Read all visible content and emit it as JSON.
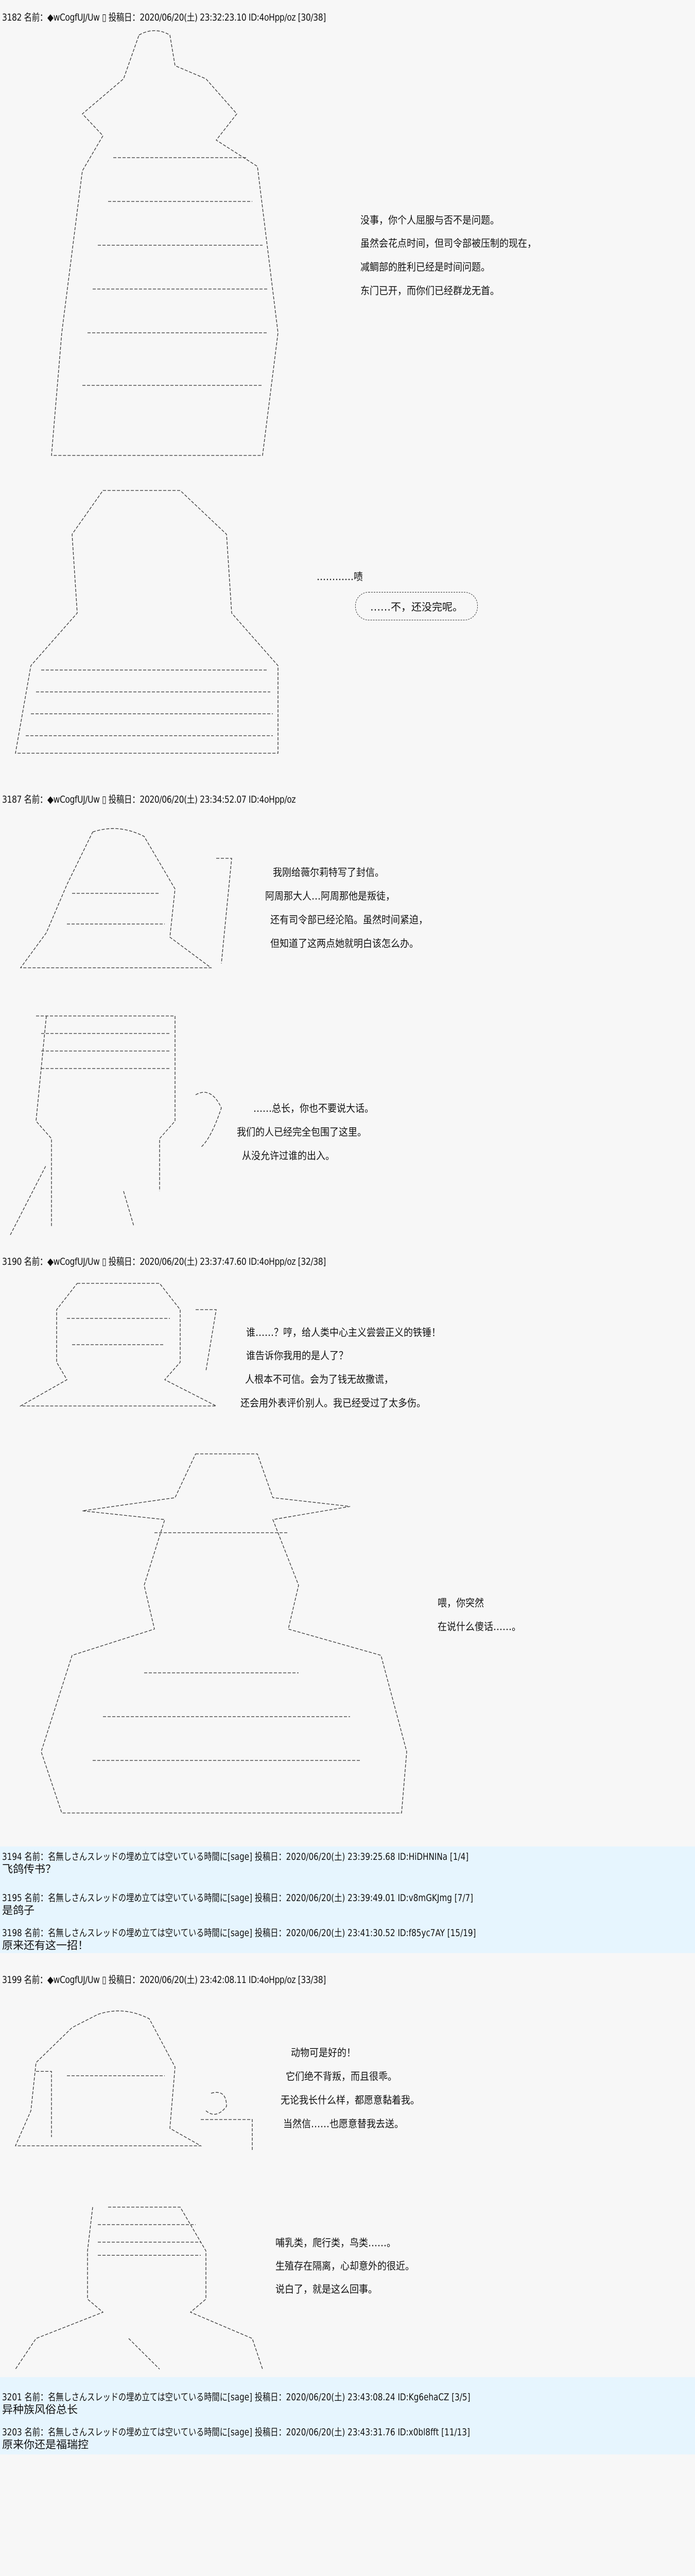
{
  "posts": [
    {
      "header": "3182 名前：◆wCogfUJ/Uw ▯ 投稿日：2020/06/20(土) 23:32:23.10 ID:4oHpp/oz [30/38]",
      "panels": [
        {
          "lines": [
            "没事，你个人屈服与否不是问题。",
            "虽然会花点时间，但司令部被压制的现在，",
            "减鲷部的胜利已经是时间问题。",
            "东门已开，而你们已经群龙无首。"
          ]
        },
        {
          "lines": [
            "…………啧"
          ],
          "bubble": "……不，还没完呢。"
        }
      ]
    },
    {
      "header": "3187 名前：◆wCogfUJ/Uw ▯ 投稿日：2020/06/20(土) 23:34:52.07 ID:4oHpp/oz",
      "panels": [
        {
          "lines": [
            "我刚给薇尔莉特写了封信。",
            "阿周那大人…阿周那他是叛徒，",
            "还有司令部已经沦陷。虽然时间紧迫，",
            "但知道了这两点她就明白该怎么办。"
          ]
        },
        {
          "lines": [
            "……总长，你也不要说大话。",
            "我们的人已经完全包围了这里。",
            "从没允许过谁的出入。"
          ]
        }
      ]
    },
    {
      "header": "3190 名前：◆wCogfUJ/Uw ▯ 投稿日：2020/06/20(土) 23:37:47.60 ID:4oHpp/oz [32/38]",
      "panels": [
        {
          "lines": [
            "谁……？哼，给人类中心主义尝尝正义的铁锤！",
            "谁告诉你我用的是人了？",
            "人根本不可信。会为了钱无故撒谎，",
            "还会用外表评价别人。我已经受过了太多伤。"
          ]
        },
        {
          "lines": [
            "喂，你突然",
            "在说什么傻话……。"
          ]
        }
      ]
    },
    {
      "header": "3199 名前：◆wCogfUJ/Uw ▯ 投稿日：2020/06/20(土) 23:42:08.11 ID:4oHpp/oz [33/38]",
      "panels": [
        {
          "lines": [
            "动物可是好的！",
            "它们绝不背叛，而且很乖。",
            "无论我长什么样，都愿意黏着我。",
            "当然信……也愿意替我去送。"
          ]
        },
        {
          "lines": [
            "哺乳类，爬行类，鸟类……。",
            "生殖存在隔离，心却意外的很近。",
            "说白了，就是这么回事。"
          ]
        }
      ]
    }
  ],
  "replies_1": [
    {
      "header": "3194 名前：名無しさんスレッドの埋め立ては空いている時間に[sage] 投稿日：2020/06/20(土) 23:39:25.68 ID:HiDHNINa [1/4]",
      "body": "飞鸽传书？"
    },
    {
      "header": "3195 名前：名無しさんスレッドの埋め立ては空いている時間に[sage] 投稿日：2020/06/20(土) 23:39:49.01 ID:v8mGKJmg [7/7]",
      "body": "是鸽子"
    },
    {
      "header": "3198 名前：名無しさんスレッドの埋め立ては空いている時間に[sage] 投稿日：2020/06/20(土) 23:41:30.52 ID:f85yc7AY [15/19]",
      "body": "原来还有这一招！"
    }
  ],
  "replies_2": [
    {
      "header": "3201 名前：名無しさんスレッドの埋め立ては空いている時間に[sage] 投稿日：2020/06/20(土) 23:43:08.24 ID:Kg6ehaCZ [3/5]",
      "body": "异种族风俗总长"
    },
    {
      "header": "3203 名前：名無しさんスレッドの埋め立ては空いている時間に[sage] 投稿日：2020/06/20(土) 23:43:31.76 ID:x0bl8fft [11/13]",
      "body": "原来你还是福瑞控"
    }
  ],
  "colors": {
    "background": "#f7f7f7",
    "reply_band": "#e6f5fe",
    "text": "#111111"
  }
}
